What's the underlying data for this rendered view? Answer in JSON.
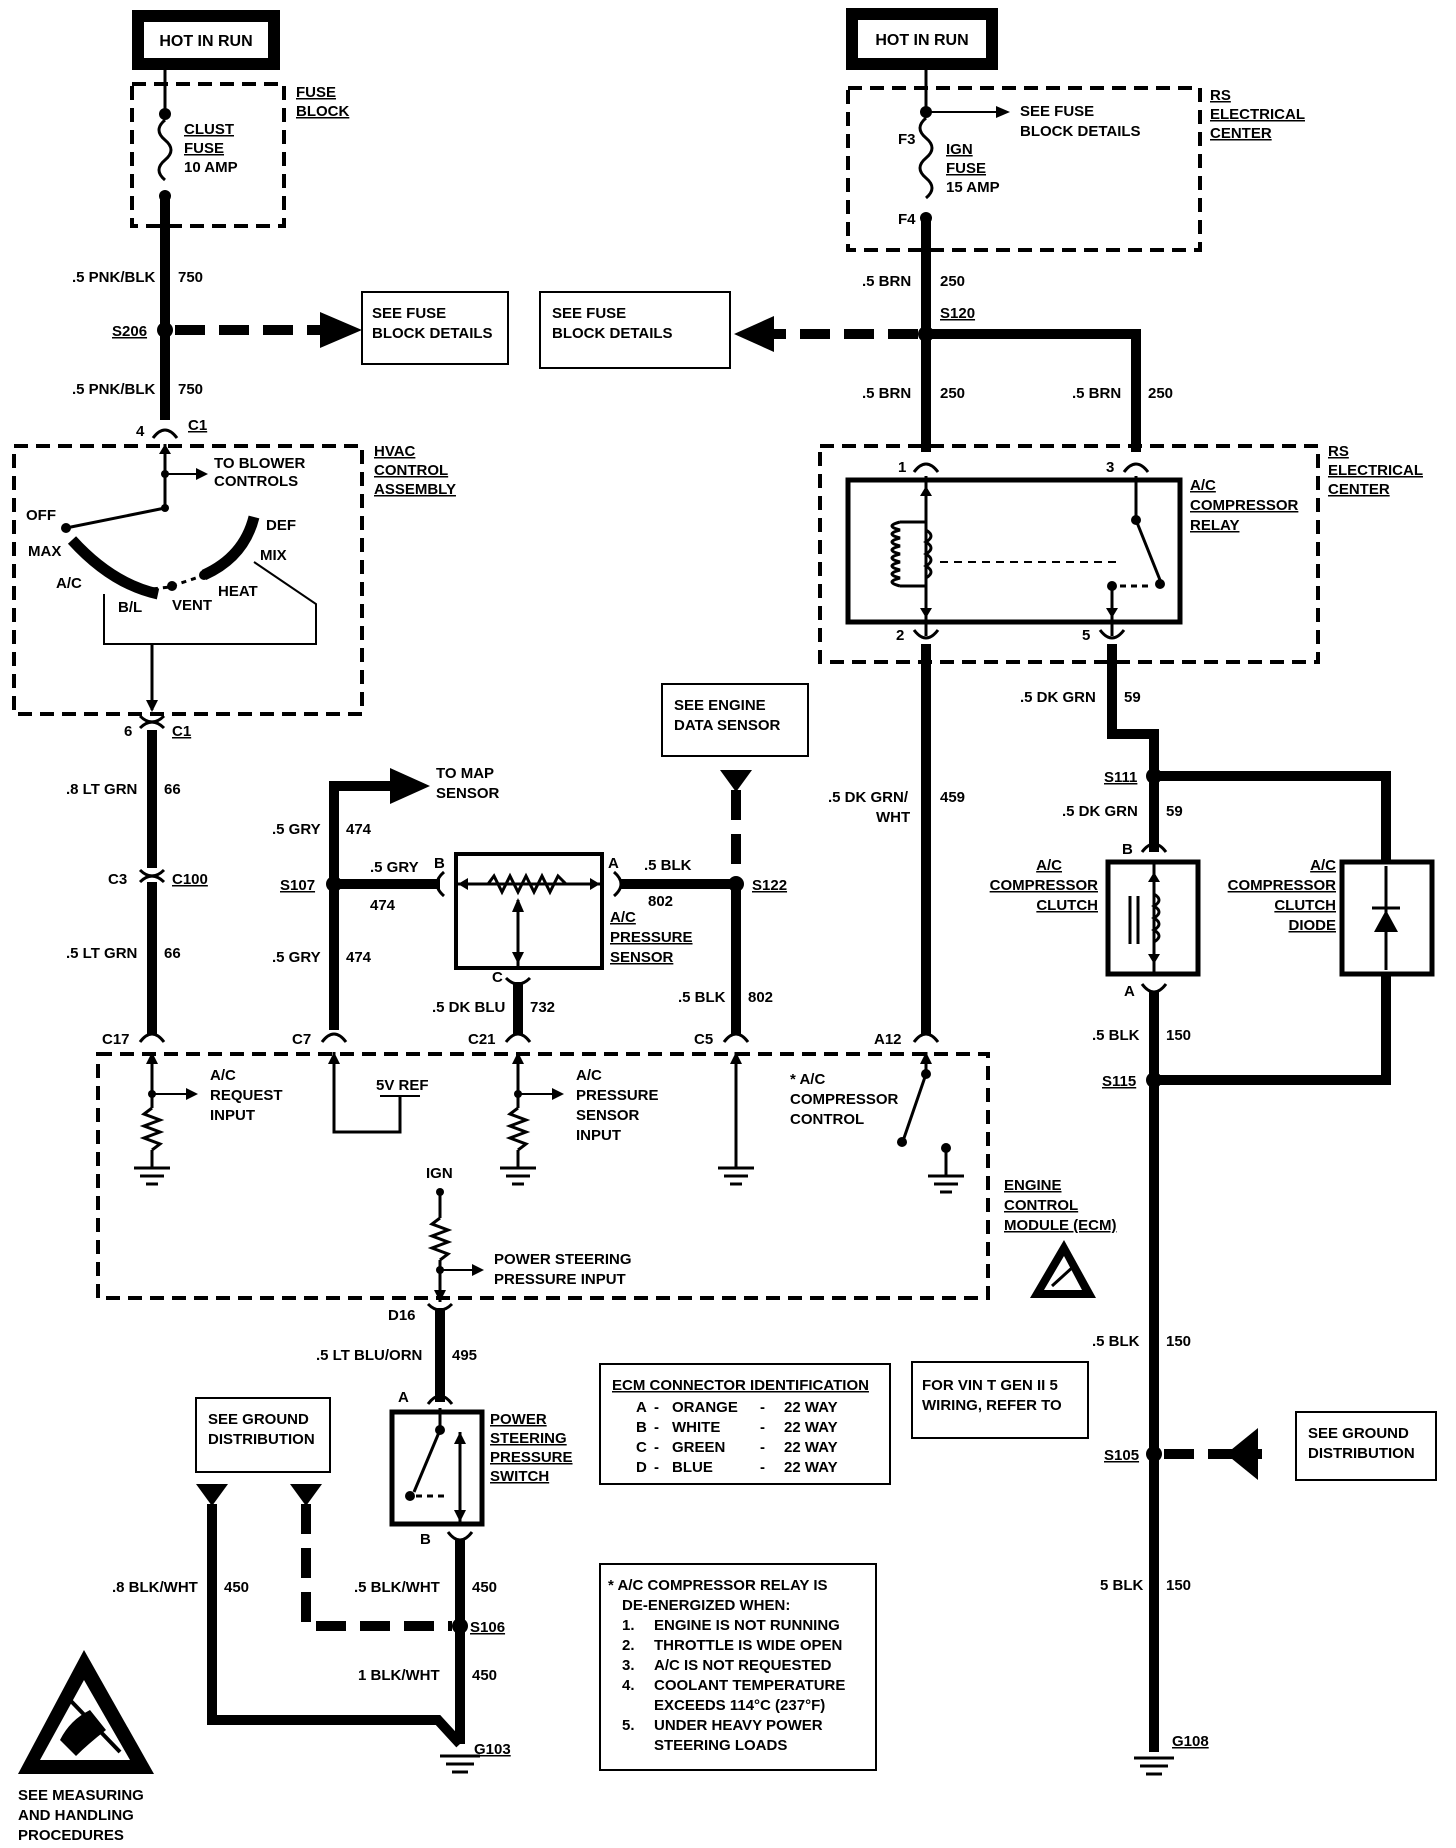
{
  "power": {
    "left": "HOT IN RUN",
    "right": "HOT IN RUN"
  },
  "fuse_block": {
    "label_1": "FUSE",
    "label_2": "BLOCK",
    "fuse_1": "CLUST",
    "fuse_2": "FUSE",
    "fuse_3": "10 AMP"
  },
  "rs_center_top": {
    "label_1": "RS",
    "label_2": "ELECTRICAL",
    "label_3": "CENTER",
    "see_1": "SEE FUSE",
    "see_2": "BLOCK DETAILS",
    "f3": "F3",
    "f4": "F4",
    "fuse_1": "IGN",
    "fuse_2": "FUSE",
    "fuse_3": "15 AMP"
  },
  "wires": {
    "pnk_blk_1": ".5 PNK/BLK",
    "c750_1": "750",
    "s206": "S206",
    "pnk_blk_2": ".5 PNK/BLK",
    "c750_2": "750",
    "brn_1": ".5 BRN",
    "c250_1": "250",
    "s120": "S120",
    "brn_2": ".5 BRN",
    "c250_2": "250",
    "brn_3": ".5 BRN",
    "c250_3": "250",
    "dk_grn": ".5 DK GRN",
    "c59_1": "59",
    "s111": "S111",
    "dk_grn_2": ".5 DK GRN",
    "c59_2": "59",
    "lt_grn_8": ".8 LT GRN",
    "c66_1": "66",
    "c3": "C3",
    "c100": "C100",
    "lt_grn_5": ".5 LT GRN",
    "c66_2": "66",
    "gry_1": ".5 GRY",
    "c474_1": "474",
    "s107": "S107",
    "gry_2": ".5 GRY",
    "c474_2": "474",
    "gry_3": ".5 GRY",
    "c474_3": "474",
    "blk_1": ".5 BLK",
    "c802_1": "802",
    "s122": "S122",
    "blk_2": ".5 BLK",
    "c802_2": "802",
    "dk_blu": ".5 DK BLU",
    "c732": "732",
    "dk_grn_wht_1": ".5 DK GRN/",
    "dk_grn_wht_2": "WHT",
    "c459": "459",
    "blk_3": ".5 BLK",
    "c150_1": "150",
    "s115": "S115",
    "blk_4": ".5 BLK",
    "c150_2": "150",
    "s105": "S105",
    "blk_5": "5 BLK",
    "c150_3": "150",
    "g108": "G108",
    "lt_blu_orn": ".5 LT BLU/ORN",
    "c495": "495",
    "blk_wht_8": ".8 BLK/WHT",
    "c450_1": "450",
    "blk_wht_5": ".5 BLK/WHT",
    "c450_2": "450",
    "s106": "S106",
    "blk_wht_1": "1 BLK/WHT",
    "c450_3": "450",
    "g103": "G103"
  },
  "see_boxes": {
    "fuse_left_1": "SEE FUSE",
    "fuse_left_2": "BLOCK DETAILS",
    "fuse_right_1": "SEE FUSE",
    "fuse_right_2": "BLOCK DETAILS",
    "engine_1": "SEE ENGINE",
    "engine_2": "DATA SENSOR",
    "ground_left_1": "SEE GROUND",
    "ground_left_2": "DISTRIBUTION",
    "ground_right_1": "SEE GROUND",
    "ground_right_2": "DISTRIBUTION"
  },
  "hvac": {
    "pin_top": "4",
    "conn_top": "C1",
    "label_1": "HVAC",
    "label_2": "CONTROL",
    "label_3": "ASSEMBLY",
    "blower_1": "TO BLOWER",
    "blower_2": "CONTROLS",
    "off": "OFF",
    "max": "MAX",
    "ac": "A/C",
    "bl": "B/L",
    "vent": "VENT",
    "heat": "HEAT",
    "mix": "MIX",
    "def": "DEF",
    "pin_bot": "6",
    "conn_bot": "C1"
  },
  "relay": {
    "pin_1": "1",
    "pin_3": "3",
    "pin_2": "2",
    "pin_5": "5",
    "label_1": "A/C",
    "label_2": "COMPRESSOR",
    "label_3": "RELAY",
    "center_1": "RS",
    "center_2": "ELECTRICAL",
    "center_3": "CENTER"
  },
  "clutch": {
    "pin_b": "B",
    "pin_a": "A",
    "label_1": "A/C",
    "label_2": "COMPRESSOR",
    "label_3": "CLUTCH",
    "diode_1": "A/C",
    "diode_2": "COMPRESSOR",
    "diode_3": "CLUTCH",
    "diode_4": "DIODE"
  },
  "map": {
    "to_1": "TO MAP",
    "to_2": "SENSOR"
  },
  "pressure_sensor": {
    "pin_b": "B",
    "pin_a": "A",
    "pin_c": "C",
    "label_1": "A/C",
    "label_2": "PRESSURE",
    "label_3": "SENSOR"
  },
  "ecm": {
    "c17": "C17",
    "c7": "C7",
    "c21": "C21",
    "c5": "C5",
    "a12": "A12",
    "req_1": "A/C",
    "req_2": "REQUEST",
    "req_3": "INPUT",
    "vref": "5V REF",
    "ps_1": "A/C",
    "ps_2": "PRESSURE",
    "ps_3": "SENSOR",
    "ps_4": "INPUT",
    "ctl_1": "* A/C",
    "ctl_2": "COMPRESSOR",
    "ctl_3": "CONTROL",
    "ign": "IGN",
    "pwr_1": "POWER STEERING",
    "pwr_2": "PRESSURE INPUT",
    "d16": "D16",
    "label_1": "ENGINE",
    "label_2": "CONTROL",
    "label_3": "MODULE (ECM)"
  },
  "ps_switch": {
    "pin_a": "A",
    "pin_b": "B",
    "label_1": "POWER",
    "label_2": "STEERING",
    "label_3": "PRESSURE",
    "label_4": "SWITCH"
  },
  "ecm_connectors": {
    "title": "ECM CONNECTOR IDENTIFICATION",
    "rows": [
      {
        "pin": "A",
        "color": "ORANGE",
        "size": "22 WAY"
      },
      {
        "pin": "B",
        "color": "WHITE",
        "size": "22 WAY"
      },
      {
        "pin": "C",
        "color": "GREEN",
        "size": "22 WAY"
      },
      {
        "pin": "D",
        "color": "BLUE",
        "size": "22 WAY"
      }
    ]
  },
  "vin_note": {
    "line_1": "FOR VIN T GEN II 5",
    "line_2": "WIRING, REFER TO"
  },
  "relay_note": {
    "title_1": "* A/C COMPRESSOR RELAY IS",
    "title_2": "DE-ENERGIZED WHEN:",
    "items": [
      {
        "n": "1.",
        "line_1": "ENGINE IS NOT RUNNING",
        "line_2": ""
      },
      {
        "n": "2.",
        "line_1": "THROTTLE IS WIDE OPEN",
        "line_2": ""
      },
      {
        "n": "3.",
        "line_1": "A/C IS NOT REQUESTED",
        "line_2": ""
      },
      {
        "n": "4.",
        "line_1": "COOLANT TEMPERATURE",
        "line_2": "EXCEEDS 114°C (237°F)"
      },
      {
        "n": "5.",
        "line_1": "UNDER HEAVY POWER",
        "line_2": "STEERING LOADS"
      }
    ]
  },
  "esd_note": {
    "line_1": "SEE MEASURING",
    "line_2": "AND HANDLING",
    "line_3": "PROCEDURES"
  }
}
